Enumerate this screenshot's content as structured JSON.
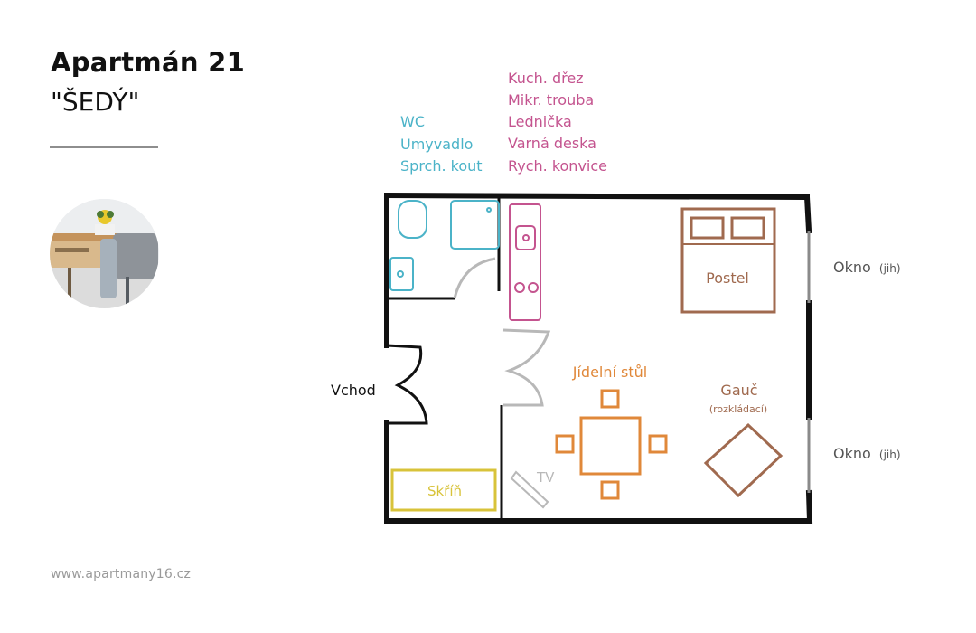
{
  "header": {
    "title": "Apartmán 21",
    "subtitle": "\"ŠEDÝ\""
  },
  "footer": {
    "website": "www.apartmany16.cz"
  },
  "colors": {
    "wall": "#111111",
    "bathroom": "#4bb3c8",
    "kitchen": "#c4548f",
    "furniture_brown": "#a06a4f",
    "dining": "#e0883a",
    "wardrobe": "#d8c33a",
    "door": "#b8b8b8",
    "window": "#8a8a8a"
  },
  "legend": {
    "bathroom_items": [
      "WC",
      "Umyvadlo",
      "Sprch. kout"
    ],
    "kitchen_items": [
      "Kuch. dřez",
      "Mikr. trouba",
      "Lednička",
      "Varná deska",
      "Rych. konvice"
    ]
  },
  "plan": {
    "entrance": "Vchod",
    "bed": "Postel",
    "dining_table": "Jídelní stůl",
    "sofa": "Gauč",
    "sofa_note": "(rozkládací)",
    "wardrobe": "Skříň",
    "tv": "TV",
    "windows": [
      {
        "label": "Okno",
        "note": "(jih)"
      },
      {
        "label": "Okno",
        "note": "(jih)"
      }
    ]
  }
}
